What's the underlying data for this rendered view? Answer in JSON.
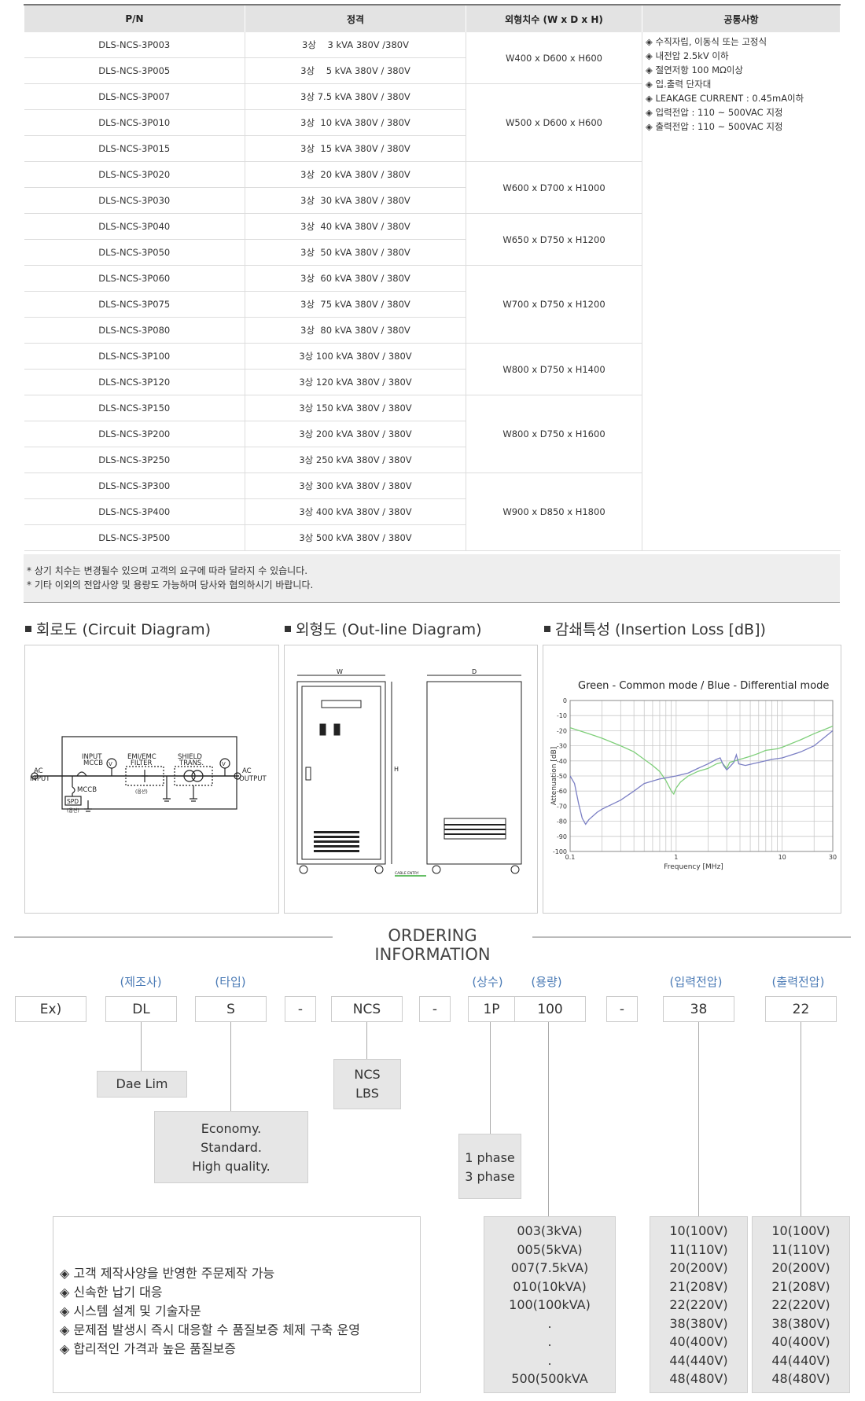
{
  "table": {
    "headers": [
      "P/N",
      "정격",
      "외형치수 (W x D x H)",
      "공통사항"
    ],
    "rows": [
      {
        "pn": "DLS-NCS-3P003",
        "rating": "3상    3 kVA 380V /380V"
      },
      {
        "pn": "DLS-NCS-3P005",
        "rating": "3상    5 kVA 380V / 380V"
      },
      {
        "pn": "DLS-NCS-3P007",
        "rating": "3상 7.5 kVA 380V / 380V"
      },
      {
        "pn": "DLS-NCS-3P010",
        "rating": "3상  10 kVA 380V / 380V"
      },
      {
        "pn": "DLS-NCS-3P015",
        "rating": "3상  15 kVA 380V / 380V"
      },
      {
        "pn": "DLS-NCS-3P020",
        "rating": "3상  20 kVA 380V / 380V"
      },
      {
        "pn": "DLS-NCS-3P030",
        "rating": "3상  30 kVA 380V / 380V"
      },
      {
        "pn": "DLS-NCS-3P040",
        "rating": "3상  40 kVA 380V / 380V"
      },
      {
        "pn": "DLS-NCS-3P050",
        "rating": "3상  50 kVA 380V / 380V"
      },
      {
        "pn": "DLS-NCS-3P060",
        "rating": "3상  60 kVA 380V / 380V"
      },
      {
        "pn": "DLS-NCS-3P075",
        "rating": "3상  75 kVA 380V / 380V"
      },
      {
        "pn": "DLS-NCS-3P080",
        "rating": "3상  80 kVA 380V / 380V"
      },
      {
        "pn": "DLS-NCS-3P100",
        "rating": "3상 100 kVA 380V / 380V"
      },
      {
        "pn": "DLS-NCS-3P120",
        "rating": "3상 120 kVA 380V / 380V"
      },
      {
        "pn": "DLS-NCS-3P150",
        "rating": "3상 150 kVA 380V / 380V"
      },
      {
        "pn": "DLS-NCS-3P200",
        "rating": "3상 200 kVA 380V / 380V"
      },
      {
        "pn": "DLS-NCS-3P250",
        "rating": "3상 250 kVA 380V / 380V"
      },
      {
        "pn": "DLS-NCS-3P300",
        "rating": "3상 300 kVA 380V / 380V"
      },
      {
        "pn": "DLS-NCS-3P400",
        "rating": "3상 400 kVA 380V / 380V"
      },
      {
        "pn": "DLS-NCS-3P500",
        "rating": "3상 500 kVA 380V / 380V"
      }
    ],
    "dimensions": [
      {
        "label": "W400 x D600 x H600",
        "rows": 2
      },
      {
        "label": "W500 x D600 x H600",
        "rows": 3
      },
      {
        "label": "W600 x D700 x H1000",
        "rows": 2
      },
      {
        "label": "W650 x D750 x H1200",
        "rows": 2
      },
      {
        "label": "W700 x D750 x H1200",
        "rows": 3
      },
      {
        "label": "W800 x D750 x H1400",
        "rows": 2
      },
      {
        "label": "W800 x D750 x H1600",
        "rows": 3
      },
      {
        "label": "W900 x D850 x H1800",
        "rows": 3
      }
    ],
    "common": [
      "◈ 수직자립, 이동식 또는 고정식",
      "◈ 내전압 2.5kV 이하",
      "◈ 절연저항 100 MΩ이상",
      "◈ 입.출력 단자대",
      "◈ LEAKAGE CURRENT : 0.45mA이하",
      "◈ 입력전압 : 110 ~ 500VAC 지정",
      "◈ 출력전압 : 110 ~ 500VAC 지정"
    ]
  },
  "notes": [
    "* 상기 치수는 변경될수 있으며 고객의 요구에  따라 달라지 수 있습니다.",
    "* 기타 이외의 전압사양 및 용량도 가능하며 당사와 협의하시기 바랍니다."
  ],
  "sections": {
    "circuit": "회로도 (Circuit Diagram)",
    "outline": "외형도 (Out-line Diagram)",
    "insertion": "감쇄특성 (Insertion Loss [dB])"
  },
  "circuit": {
    "ac_input": [
      "AC",
      "INPUT"
    ],
    "ac_output": [
      "AC",
      "OUTPUT"
    ],
    "input_mccb": [
      "INPUT",
      "MCCB"
    ],
    "filter": [
      "EMI/EMC",
      "FILTER"
    ],
    "shield": [
      "SHIELD",
      "TRANS."
    ],
    "mccb": "MCCB",
    "spd": "SPD",
    "option": "(옵션)",
    "v": "V"
  },
  "outline": {
    "w": "W",
    "d": "D",
    "h": "H",
    "cable": "CABLE ENTRY"
  },
  "chart_data": {
    "type": "line",
    "title": "Green - Common mode / Blue - Differential mode",
    "xlabel": "Frequency [MHz]",
    "ylabel": "Attenuation [dB]",
    "xscale": "log",
    "xlim": [
      0.1,
      30
    ],
    "ylim": [
      -100,
      0
    ],
    "xticks": [
      "0.1",
      "1",
      "10",
      "30"
    ],
    "yticks": [
      "0",
      "-10",
      "-20",
      "-30",
      "-40",
      "-50",
      "-60",
      "-70",
      "-80",
      "-90",
      "-100"
    ],
    "grid": true,
    "series": [
      {
        "name": "Common mode",
        "color": "#7fcf7a",
        "points": [
          [
            0.1,
            -18
          ],
          [
            0.15,
            -22
          ],
          [
            0.2,
            -25
          ],
          [
            0.3,
            -30
          ],
          [
            0.4,
            -34
          ],
          [
            0.5,
            -39
          ],
          [
            0.6,
            -43
          ],
          [
            0.7,
            -47
          ],
          [
            0.8,
            -53
          ],
          [
            0.9,
            -60
          ],
          [
            0.95,
            -62
          ],
          [
            1,
            -58
          ],
          [
            1.1,
            -54
          ],
          [
            1.3,
            -50
          ],
          [
            1.6,
            -47
          ],
          [
            2,
            -45
          ],
          [
            2.4,
            -42
          ],
          [
            2.7,
            -41
          ],
          [
            3,
            -45
          ],
          [
            3.2,
            -41
          ],
          [
            4,
            -39
          ],
          [
            5,
            -37
          ],
          [
            6,
            -35
          ],
          [
            7,
            -33
          ],
          [
            8,
            -32.5
          ],
          [
            9,
            -32
          ],
          [
            10,
            -31
          ],
          [
            15,
            -26
          ],
          [
            20,
            -22
          ],
          [
            30,
            -17
          ]
        ]
      },
      {
        "name": "Differential mode",
        "color": "#7b7fc4",
        "points": [
          [
            0.1,
            -50
          ],
          [
            0.11,
            -55
          ],
          [
            0.12,
            -68
          ],
          [
            0.13,
            -78
          ],
          [
            0.14,
            -82
          ],
          [
            0.15,
            -79
          ],
          [
            0.18,
            -74
          ],
          [
            0.2,
            -72
          ],
          [
            0.3,
            -66
          ],
          [
            0.4,
            -60
          ],
          [
            0.5,
            -55
          ],
          [
            0.7,
            -52
          ],
          [
            1,
            -50
          ],
          [
            1.3,
            -48
          ],
          [
            1.6,
            -45
          ],
          [
            2,
            -42
          ],
          [
            2.4,
            -39
          ],
          [
            2.6,
            -38
          ],
          [
            2.8,
            -43
          ],
          [
            3,
            -46
          ],
          [
            3.2,
            -44
          ],
          [
            3.5,
            -41
          ],
          [
            3.7,
            -36
          ],
          [
            3.9,
            -42
          ],
          [
            4.5,
            -43
          ],
          [
            6,
            -41
          ],
          [
            8,
            -39
          ],
          [
            10,
            -38
          ],
          [
            15,
            -34
          ],
          [
            20,
            -30
          ],
          [
            30,
            -20
          ]
        ]
      }
    ]
  },
  "ordering": {
    "title": "ORDERING INFORMATION",
    "labels": {
      "maker": "(제조사)",
      "type": "(타입)",
      "phase": "(상수)",
      "capacity": "(용량)",
      "input": "(입력전압)",
      "output": "(출력전압)"
    },
    "codes": {
      "ex": "Ex)",
      "dl": "DL",
      "s": "S",
      "dash": "-",
      "ncs": "NCS",
      "p": "1P",
      "cap": "100",
      "in": "38",
      "out": "22"
    },
    "maker_desc": "Dae Lim",
    "ncs_desc": [
      "NCS",
      "LBS"
    ],
    "type_desc": [
      "Economy.",
      "Standard.",
      "High quality."
    ],
    "phase_desc": [
      "1 phase",
      "3 phase"
    ],
    "capacity_list": [
      "003(3kVA)",
      "005(5kVA)",
      "007(7.5kVA)",
      "010(10kVA)",
      "100(100kVA)",
      ".",
      ".",
      ".",
      "500(500kVA"
    ],
    "input_list": [
      "10(100V)",
      "11(110V)",
      "20(200V)",
      "21(208V)",
      "22(220V)",
      "38(380V)",
      "40(400V)",
      "44(440V)",
      "48(480V)"
    ],
    "output_list": [
      "10(100V)",
      "11(110V)",
      "20(200V)",
      "21(208V)",
      "22(220V)",
      "38(380V)",
      "40(400V)",
      "44(440V)",
      "48(480V)"
    ],
    "features": [
      "◈ 고객 제작사양을 반영한 주문제작 가능",
      "◈ 신속한 납기 대응",
      "◈ 시스템 설계 및 기술자문",
      "◈ 문제점 발생시 즉시 대응할 수 품질보증 체제 구축 운영",
      "◈ 합리적인 가격과 높은 품질보증"
    ]
  }
}
